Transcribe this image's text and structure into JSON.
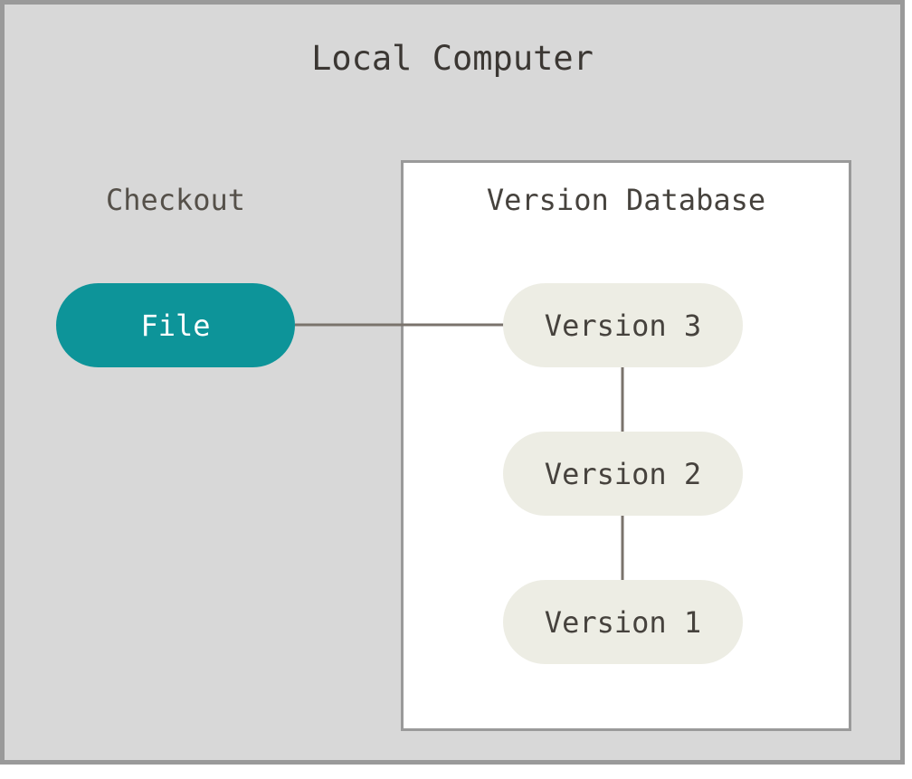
{
  "diagram": {
    "title": "Local Computer",
    "container_bg": "#d8d8d8",
    "container_border": "#9a9a9a",
    "checkout": {
      "label": "Checkout",
      "node": {
        "label": "File",
        "fill": "#0d9499",
        "text_color": "#ffffff"
      }
    },
    "version_database": {
      "label": "Version Database",
      "panel_bg": "#ffffff",
      "panel_border": "#9a9a9a",
      "nodes": [
        {
          "label": "Version 3",
          "fill": "#edede4",
          "text_color": "#46423d"
        },
        {
          "label": "Version 2",
          "fill": "#edede4",
          "text_color": "#46423d"
        },
        {
          "label": "Version 1",
          "fill": "#edede4",
          "text_color": "#46423d"
        }
      ]
    },
    "edges": [
      {
        "from": "File",
        "to": "Version 3",
        "style": "solid",
        "color": "#7a736c"
      },
      {
        "from": "Version 3",
        "to": "Version 2",
        "style": "solid",
        "color": "#7a736c"
      },
      {
        "from": "Version 2",
        "to": "Version 1",
        "style": "solid",
        "color": "#7a736c"
      }
    ]
  }
}
